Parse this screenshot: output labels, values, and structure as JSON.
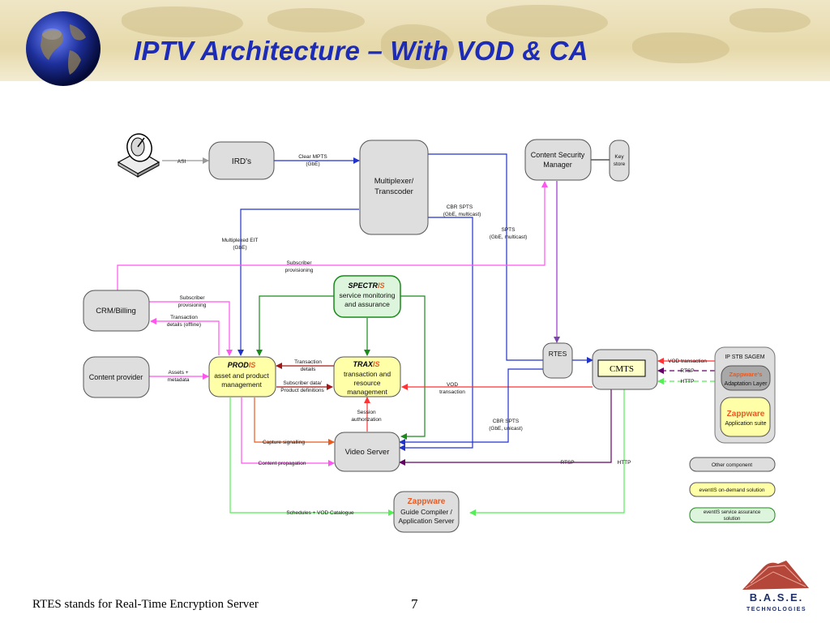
{
  "title": "IPTV  Architecture – With VOD & CA",
  "footnote": "RTES stands for Real-Time Encryption Server",
  "page_number": "7",
  "logo": {
    "name": "B.A.S.E.",
    "sub": "TECHNOLOGIES"
  },
  "colors": {
    "title": "#1c2bb8",
    "blue_link": "#2233cc",
    "magenta_link": "#ff55ee",
    "red_link": "#ff3333",
    "green_link": "#55ee55",
    "darkred_link": "#a01818",
    "orange_link": "#e85a20",
    "purple_link": "#660066",
    "eventis_fill": "#ffffa8",
    "component_fill": "#dedede"
  },
  "nodes": {
    "ird": "IRD's",
    "mux": [
      "Multiplexer/",
      "Transcoder"
    ],
    "csm": [
      "Content Security",
      "Manager"
    ],
    "key_store": [
      "Key",
      "store"
    ],
    "crm": "CRM/Billing",
    "content_provider": "Content provider",
    "spectris": {
      "brand": "SPECTR",
      "suffix": "IS",
      "lines": [
        "service monitoring",
        "and assurance"
      ]
    },
    "prodis": {
      "brand": "PROD",
      "suffix": "IS",
      "lines": [
        "asset and product",
        "management"
      ]
    },
    "traxis": {
      "brand": "TRAX",
      "suffix": "IS",
      "lines": [
        "transaction and",
        "resource",
        "management"
      ]
    },
    "rtes": "RTES",
    "cmts": "CMTS",
    "video_server": "Video Server",
    "guide": {
      "brand": "Zappware",
      "lines": [
        "Guide Compiler /",
        "Application Server"
      ]
    },
    "stb": {
      "title": "IP STB SAGEM",
      "layer_brand": "Zappware's",
      "layer": "Adaptation Layer",
      "app_brand": "Zappware",
      "app": "Application suite"
    }
  },
  "edge_labels": {
    "asi": "ASI",
    "clear_mpts": [
      "Clear MPTS",
      "(GbE)"
    ],
    "multiplexed_eit": [
      "Multiplexed EIT",
      "(GbE)"
    ],
    "cbr_spts_multicast": [
      "CBR SPTS",
      "(GbE, multicast)"
    ],
    "spts": [
      "SPTS",
      "(GbE, multicast)"
    ],
    "subscriber_provisioning_top": [
      "Subscriber",
      "provisioning"
    ],
    "subscriber_provisioning": [
      "Subscriber",
      "provisioning"
    ],
    "transaction_details_offline": [
      "Transaction",
      "details (offline)"
    ],
    "assets_metadata": [
      "Assets +",
      "metadata"
    ],
    "transaction_details": [
      "Transaction",
      "details"
    ],
    "subscriber_data": [
      "Subscriber data/",
      "Product definitions"
    ],
    "vod_transaction": [
      "VOD",
      "transaction"
    ],
    "session_authorization": [
      "Session",
      "authorization"
    ],
    "cbr_spts_unicast": [
      "CBR SPTS",
      "(GbE, unicast)"
    ],
    "capture_signalling": "Capture signalling",
    "content_propagation": "Content propagation",
    "rtsp": "RTSP",
    "http": "HTTP",
    "schedules": "Schedules + VOD Catalogue",
    "stb_vod": "VOD transaction",
    "stb_rtsp": "RTSP",
    "stb_http": "HTTP"
  },
  "legend": [
    "Other component",
    "eventIS on-demand solution",
    "eventIS service assurance solution"
  ]
}
